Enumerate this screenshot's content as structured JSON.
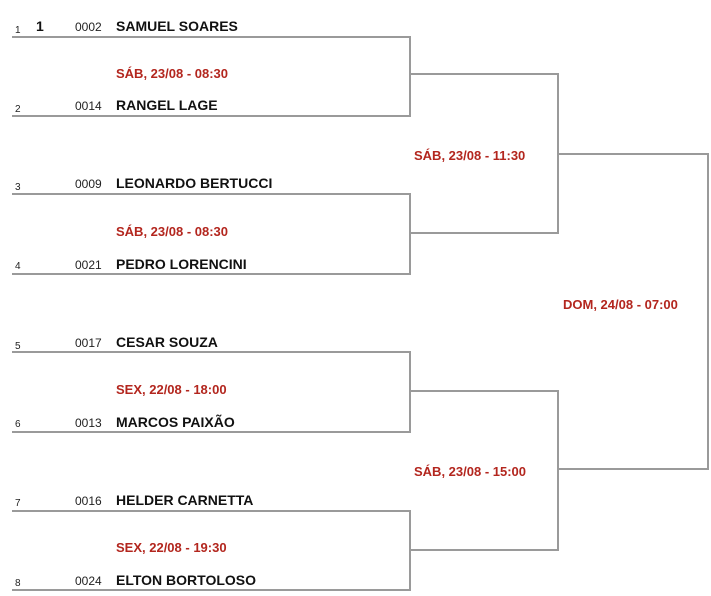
{
  "players": [
    {
      "pos": "1",
      "seed": "1",
      "code": "0002",
      "name": "SAMUEL SOARES"
    },
    {
      "pos": "2",
      "seed": "",
      "code": "0014",
      "name": "RANGEL LAGE"
    },
    {
      "pos": "3",
      "seed": "",
      "code": "0009",
      "name": "LEONARDO BERTUCCI"
    },
    {
      "pos": "4",
      "seed": "",
      "code": "0021",
      "name": "PEDRO LORENCINI"
    },
    {
      "pos": "5",
      "seed": "",
      "code": "0017",
      "name": "CESAR SOUZA"
    },
    {
      "pos": "6",
      "seed": "",
      "code": "0013",
      "name": "MARCOS PAIXÃO"
    },
    {
      "pos": "7",
      "seed": "",
      "code": "0016",
      "name": "HELDER CARNETTA"
    },
    {
      "pos": "8",
      "seed": "",
      "code": "0024",
      "name": "ELTON BORTOLOSO"
    }
  ],
  "round1_times": [
    "SÁB, 23/08 - 08:30",
    "SÁB, 23/08 - 08:30",
    "SEX, 22/08 - 18:00",
    "SEX, 22/08 - 19:30"
  ],
  "round2_times": [
    "SÁB, 23/08 - 11:30",
    "SÁB, 23/08 - 15:00"
  ],
  "final_time": "DOM, 24/08 - 07:00",
  "colors": {
    "time_text": "#b3261e",
    "bracket_line": "#9a9a9a"
  }
}
